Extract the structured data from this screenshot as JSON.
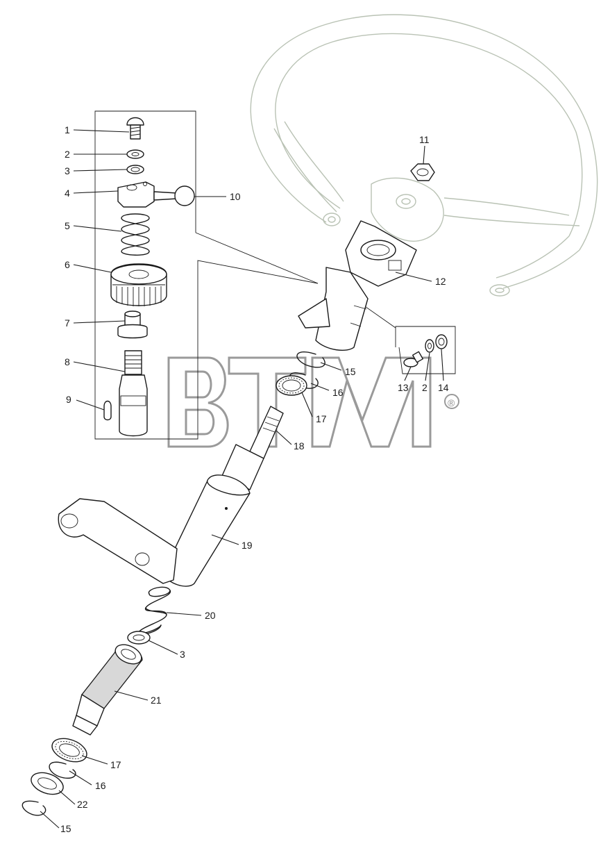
{
  "diagram": {
    "watermark": {
      "text": "BTM",
      "mark": "®"
    },
    "callouts": [
      {
        "id": "c1",
        "text": "1"
      },
      {
        "id": "c2",
        "text": "2"
      },
      {
        "id": "c3",
        "text": "3"
      },
      {
        "id": "c4",
        "text": "4"
      },
      {
        "id": "c5",
        "text": "5"
      },
      {
        "id": "c6",
        "text": "6"
      },
      {
        "id": "c7",
        "text": "7"
      },
      {
        "id": "c8",
        "text": "8"
      },
      {
        "id": "c9",
        "text": "9"
      },
      {
        "id": "c10",
        "text": "10"
      },
      {
        "id": "c11",
        "text": "11"
      },
      {
        "id": "c12",
        "text": "12"
      },
      {
        "id": "c13",
        "text": "13"
      },
      {
        "id": "c2b",
        "text": "2"
      },
      {
        "id": "c14",
        "text": "14"
      },
      {
        "id": "c15a",
        "text": "15"
      },
      {
        "id": "c16a",
        "text": "16"
      },
      {
        "id": "c17a",
        "text": "17"
      },
      {
        "id": "c18",
        "text": "18"
      },
      {
        "id": "c19",
        "text": "19"
      },
      {
        "id": "c20",
        "text": "20"
      },
      {
        "id": "c3b",
        "text": "3"
      },
      {
        "id": "c21",
        "text": "21"
      },
      {
        "id": "c17b",
        "text": "17"
      },
      {
        "id": "c16b",
        "text": "16"
      },
      {
        "id": "c22",
        "text": "22"
      },
      {
        "id": "c15b",
        "text": "15"
      }
    ]
  }
}
